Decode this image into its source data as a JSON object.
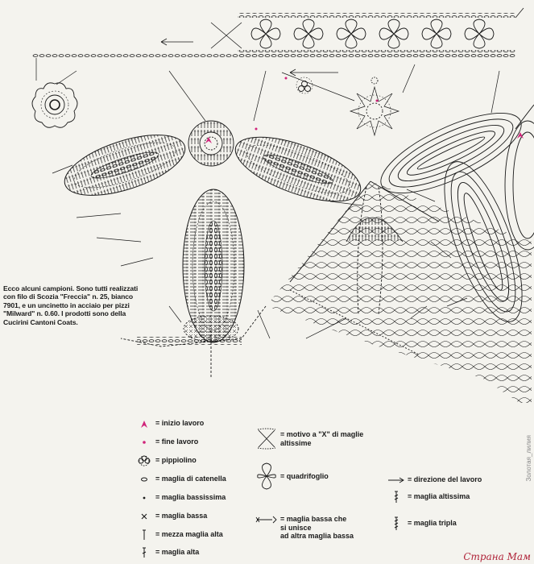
{
  "notes": {
    "text": "Ecco alcuni campioni. Sono tutti realizzati con filo di Scozia \"Freccia\" n. 25, bianco 7901, e un uncinetto in acciaio per pizzi \"Milward\" n. 0.60. I prodotti sono della Cucirini Cantoni Coats."
  },
  "legend": {
    "inizio": "= inizio lavoro",
    "fine": "= fine lavoro",
    "pippiolino": "= pippiolino",
    "catenella": "= maglia di catenella",
    "bassissima": "= maglia bassissima",
    "bassa": "= maglia bassa",
    "mezza_alta": "= mezza maglia alta",
    "alta": "= maglia alta",
    "motivo_x": "= motivo a \"X\" di maglie\naltissime",
    "quadrifoglio": "= quadrifoglio",
    "unite": "= maglia bassa che\nsi unisce\nad altra maglia bassa",
    "direzione": "= direzione del lavoro",
    "altissima": "= maglia altissima",
    "tripla": "= maglia tripla"
  },
  "colors": {
    "ink": "#1a1a1a",
    "marker": "#d0247a",
    "paper": "#f4f3ee",
    "watermark": "#b0243a"
  },
  "watermark": {
    "brand": "Страна Мам",
    "side": "Золотая_лилия"
  }
}
